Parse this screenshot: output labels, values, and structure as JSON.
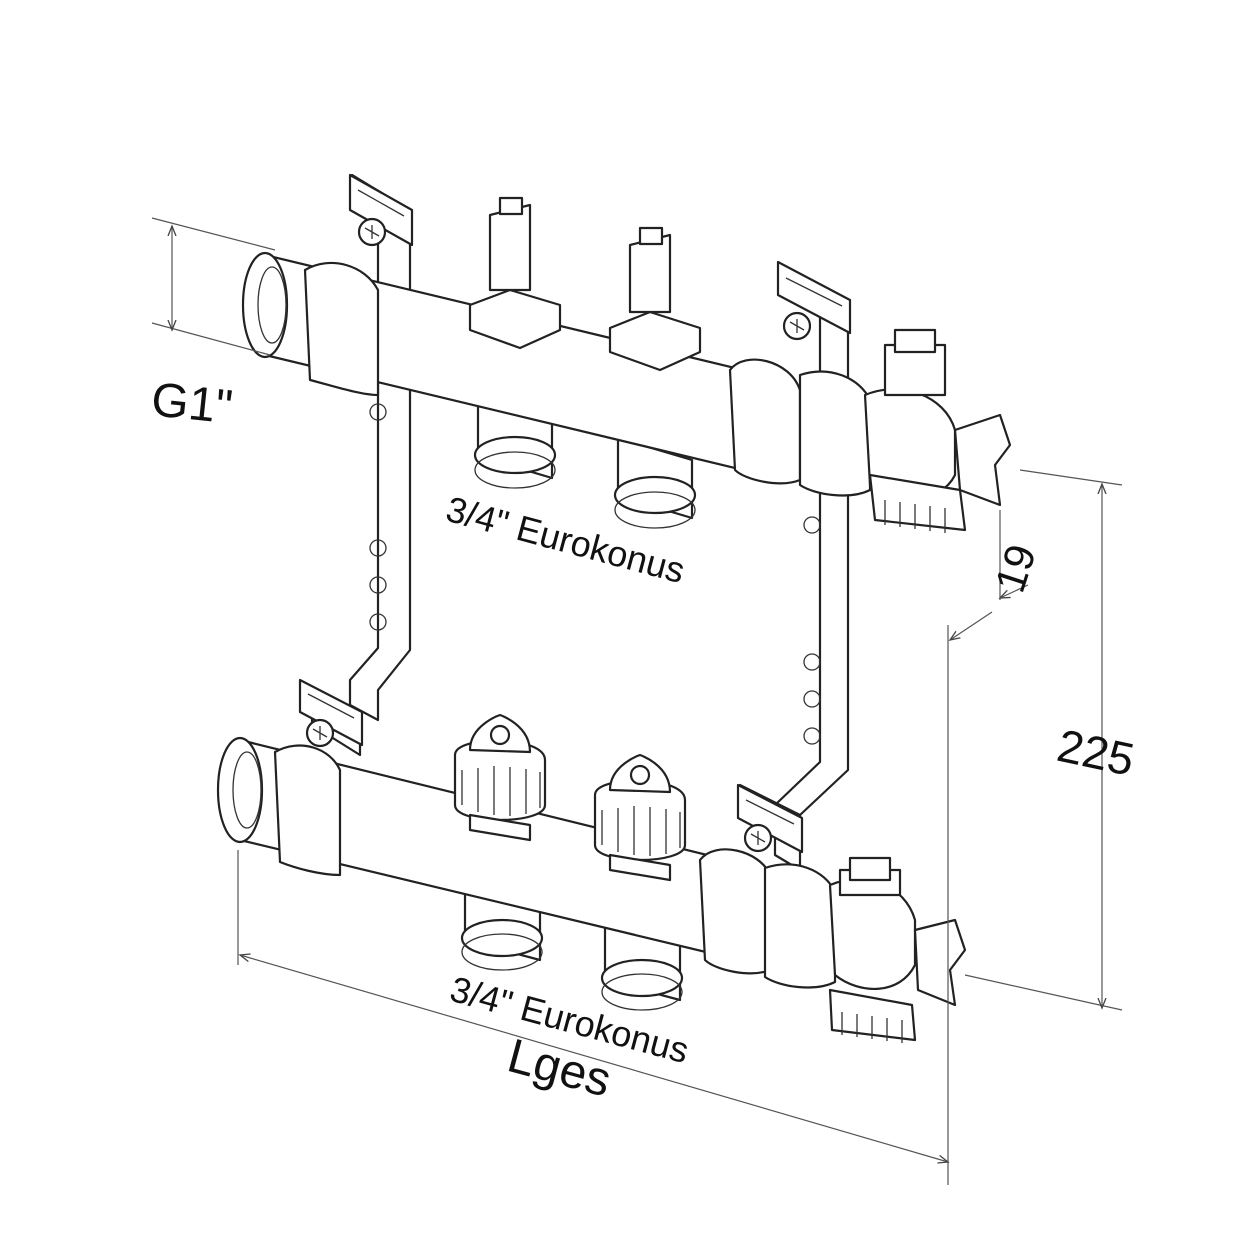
{
  "labels": {
    "inlet_thread": "G1\"",
    "top_outlets": "3/4\" Eurokonus",
    "bottom_outlets": "3/4\" Eurokonus",
    "total_length": "Lges",
    "bracket_offset": "19",
    "bar_spacing": "225"
  }
}
